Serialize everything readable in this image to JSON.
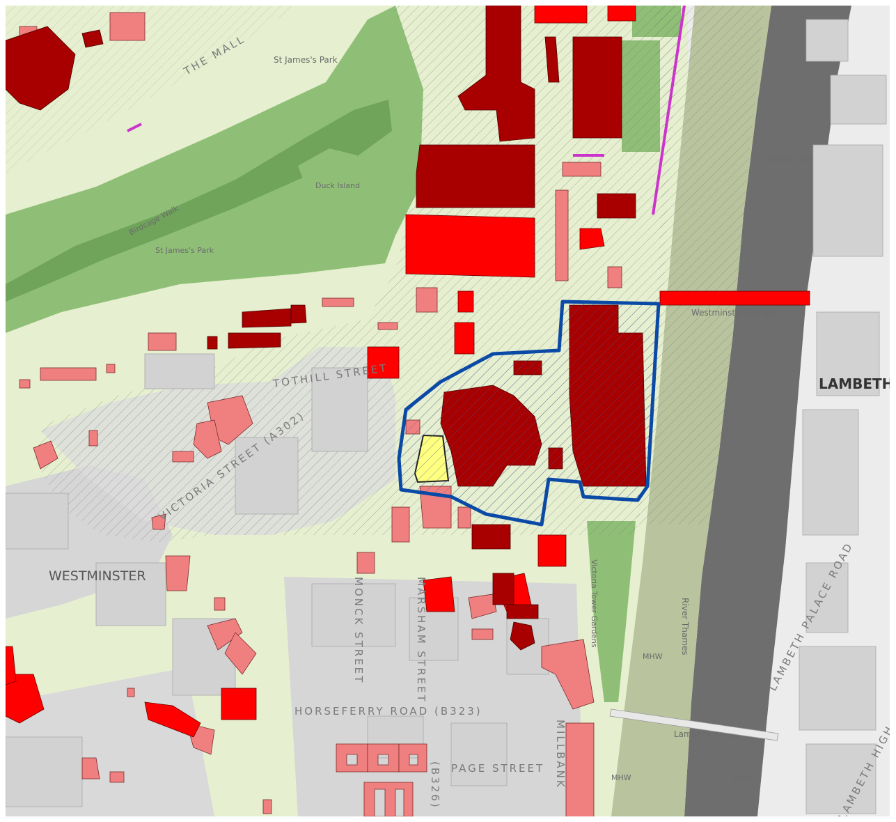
{
  "colors": {
    "background": "#ececec",
    "urban_light_green": "#e6efcf",
    "park_green": "#8fbf77",
    "park_dark_green": "#6fa45a",
    "river": "#6e6e6e",
    "foreshore": "#c9d2ae",
    "building_grey": "#d2d2d2",
    "listed_grade_1": "#a80000",
    "listed_grade_2_star": "#ff0000",
    "listed_grade_2": "#f08080",
    "site_boundary": "#0a4aa6",
    "site_highlight": "#ffff80",
    "magenta_line": "#cc33cc"
  },
  "labels": {
    "st_james_park_top": "St James's Park",
    "the_mall": "THE MALL",
    "duck_island": "Duck Island",
    "st_james_park": "St James's Park",
    "birdcage_walk": "Birdcage Walk",
    "london_eye": "London Eye",
    "westminster_bridge": "Westminster Bridge",
    "lambeth": "LAMBETH",
    "westminster": "WESTMINSTER",
    "victoria_street": "VICTORIA STREET (A302)",
    "tothill_street": "TOTHILL STREET",
    "monck_street": "MONCK STREET",
    "marsham_street": "MARSHAM STREET",
    "horseferry_road": "HORSEFERRY ROAD (B323)",
    "page_street": "PAGE STREET",
    "b326": "(B326)",
    "millbank": "MILLBANK",
    "lambeth_palace_road": "LAMBETH PALACE ROAD",
    "lambeth_high_street": "LAMBETH HIGH STREET",
    "victoria_tower_gardens": "Victoria Tower Gardens",
    "river_thames": "River Thames",
    "mhw_1": "MHW",
    "mhw_2": "MHW",
    "mhw_3": "MHW",
    "lambeth_bridge": "Lambeth Bridge"
  }
}
